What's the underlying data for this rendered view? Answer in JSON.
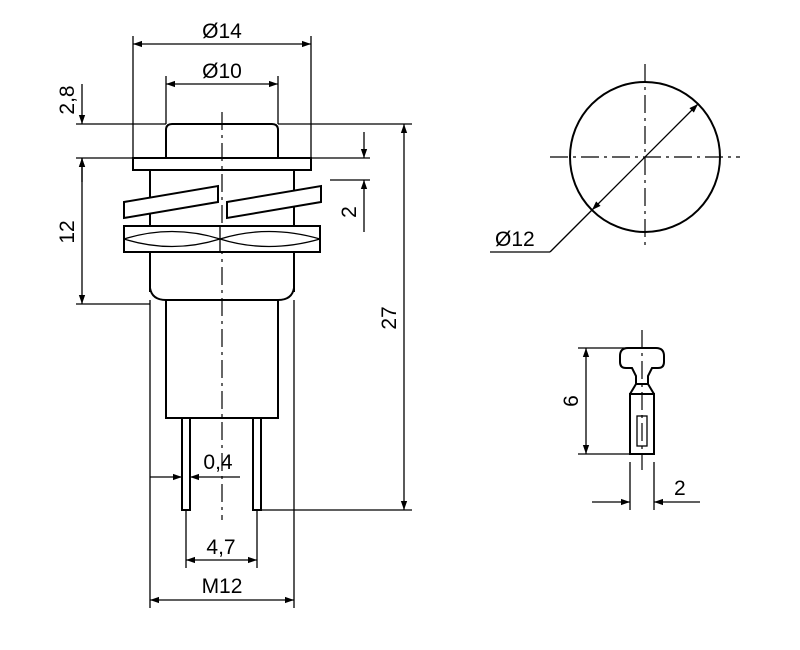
{
  "dimensions": {
    "outer_diameter": "Ø14",
    "cap_diameter": "Ø10",
    "cap_height": "2,8",
    "body_height": "12",
    "nut_thickness": "2",
    "total_length": "27",
    "pin_width": "0,4",
    "pin_spacing": "4,7",
    "thread": "M12",
    "panel_hole_diameter": "Ø12",
    "terminal_length": "6",
    "terminal_width": "2"
  }
}
